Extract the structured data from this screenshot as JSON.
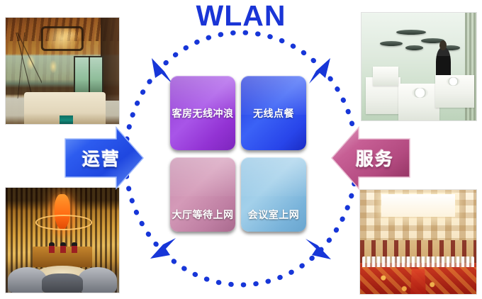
{
  "diagram": {
    "title": "WLAN",
    "title_color": "#1a35d6",
    "background_color": "#ffffff",
    "cycle": {
      "name": "dotted-cycle-arrows",
      "color": "#1736d8",
      "style": "dotted",
      "arrowhead_count": 4,
      "arrowhead_positions": [
        "top-left",
        "top-right",
        "bottom-left",
        "bottom-right"
      ]
    },
    "arrows": [
      {
        "id": "operations",
        "label": "运营",
        "direction": "right",
        "color": "#2a5ae8",
        "side": "left"
      },
      {
        "id": "service",
        "label": "服务",
        "direction": "left",
        "color": "#c2548c",
        "side": "right"
      }
    ],
    "cells": [
      {
        "id": "guestroom-wifi",
        "label": "客房无线冲浪",
        "color": "#9b45dd",
        "position": "top-left"
      },
      {
        "id": "wireless-ordering",
        "label": "无线点餐",
        "color": "#2b4ae8",
        "position": "top-right"
      },
      {
        "id": "lobby-waiting-wifi",
        "label": "大厅等待上网",
        "color": "#c58aab",
        "position": "bottom-left"
      },
      {
        "id": "meeting-room-wifi",
        "label": "会议室上网",
        "color": "#8fc3e3",
        "position": "bottom-right"
      }
    ],
    "photos": [
      {
        "id": "guest-room",
        "caption": "",
        "scene": "warm-lit hotel guest room with chandelier, bed and branch decor",
        "position": "top-left"
      },
      {
        "id": "lobby",
        "caption": "",
        "scene": "golden hotel lobby reception desk with staff and curved sofas",
        "position": "bottom-left"
      },
      {
        "id": "restaurant",
        "caption": "",
        "scene": "modern white restaurant dining room with waiter and pendant lamps",
        "position": "top-right"
      },
      {
        "id": "banquet-hall",
        "caption": "",
        "scene": "large banquet conference hall with red carpet and rows of white chairs",
        "position": "bottom-right"
      }
    ]
  }
}
